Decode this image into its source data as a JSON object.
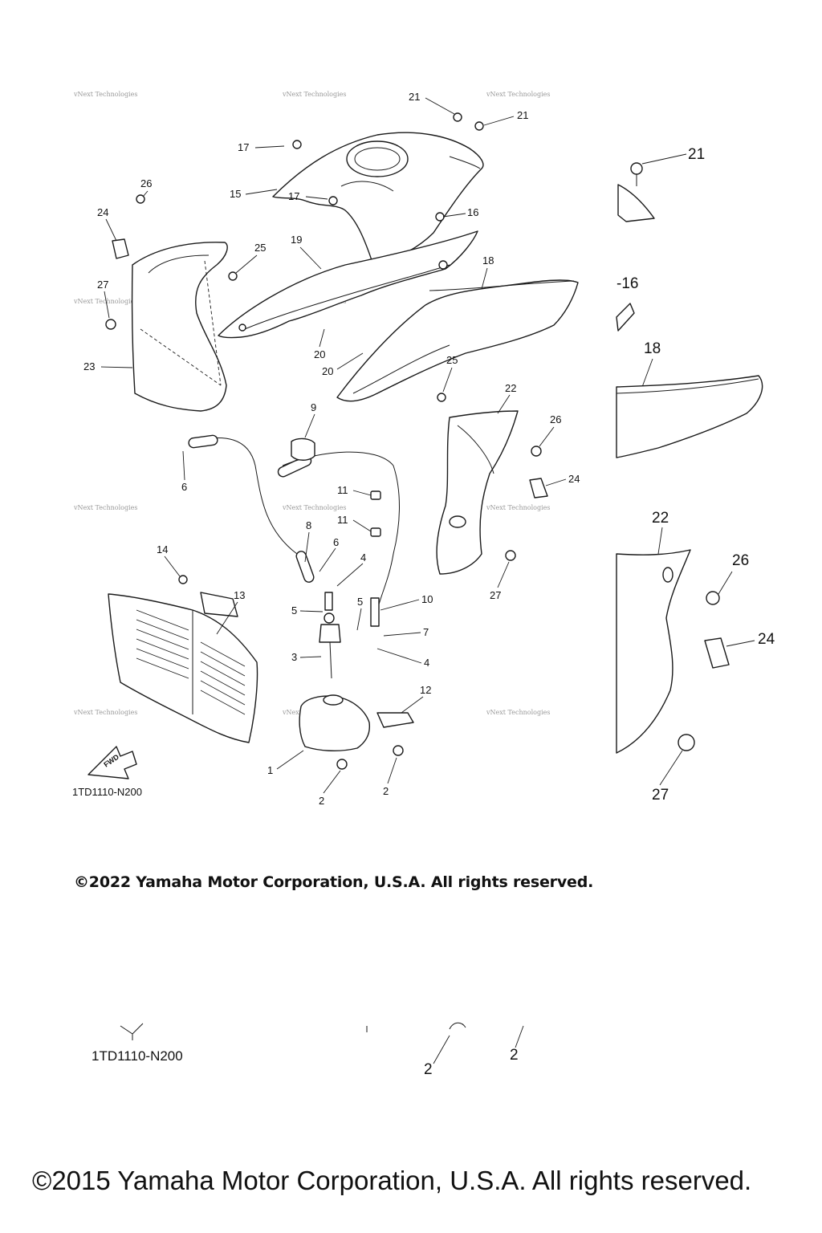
{
  "watermark": "vNext Technologies",
  "diagram_code": "1TD1110-N200",
  "fwd_label": "FWD",
  "copyright_2022": "©2022 Yamaha Motor Corporation, U.S.A. All rights reserved.",
  "copyright_2015": "©2015 Yamaha Motor Corporation, U.S.A. All rights reserved.",
  "callouts": {
    "c1": "1",
    "c2a": "2",
    "c2b": "2",
    "c2c": "2",
    "c3": "3",
    "c4a": "4",
    "c4b": "4",
    "c5a": "5",
    "c5b": "5",
    "c6a": "6",
    "c6b": "6",
    "c7": "7",
    "c8": "8",
    "c9": "9",
    "c10": "10",
    "c11a": "11",
    "c11b": "11",
    "c12": "12",
    "c13": "13",
    "c14": "14",
    "c15": "15",
    "c16": "16",
    "c17a": "17",
    "c17b": "17",
    "c18": "18",
    "c19": "19",
    "c20a": "20",
    "c20b": "20",
    "c21a": "21",
    "c21b": "21",
    "c22": "22",
    "c23": "23",
    "c24a": "24",
    "c24b": "24",
    "c25a": "25",
    "c25b": "25",
    "c26a": "26",
    "c26b": "26",
    "c27a": "27",
    "c27b": "27"
  },
  "zoom_callouts": {
    "z21": "21",
    "z16": "-16",
    "z18": "18",
    "z22": "22",
    "z26": "26",
    "z24": "24",
    "z27": "27",
    "z2a": "2",
    "z2b": "2"
  }
}
